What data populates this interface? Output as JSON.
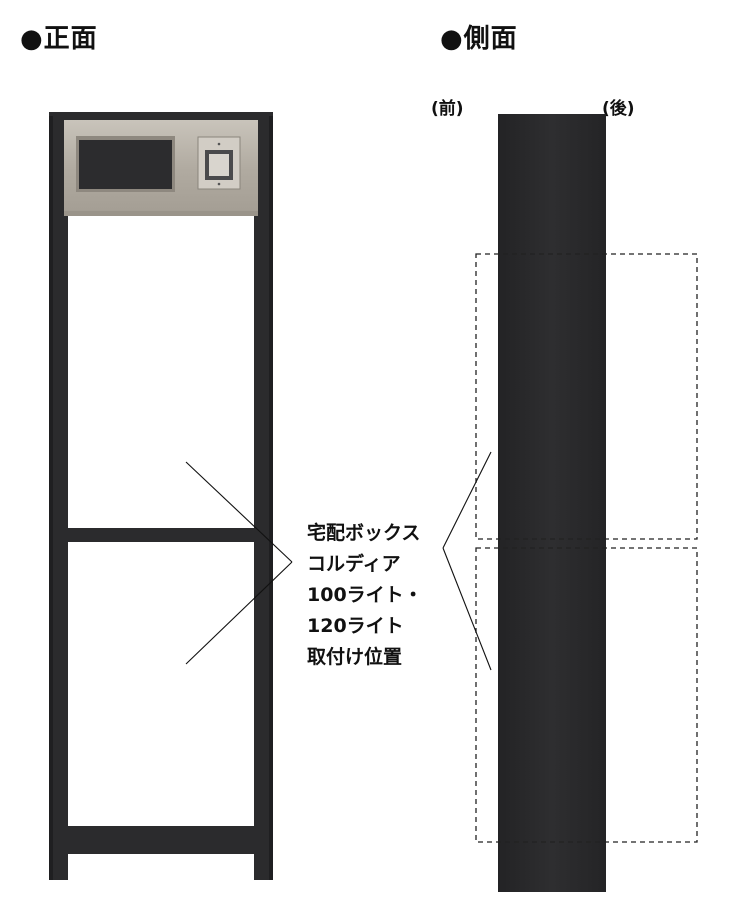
{
  "headings": {
    "front": "●正面",
    "side": "●側面"
  },
  "side_view": {
    "front_label": "(前)",
    "rear_label": "(後)"
  },
  "callout": {
    "lines": [
      "宅配ボックス",
      "コルディア",
      "100ライト・",
      "120ライト",
      "取付け位置"
    ]
  },
  "colors": {
    "frame": "#2b2b2d",
    "frame_shadow": "#1c1c1e",
    "steel_panel": "#b4aea4",
    "panel_window": "#2c2c2e",
    "side_post": "#2a2a2c",
    "dashed_outline": "#222222",
    "leader_line": "#111111"
  }
}
